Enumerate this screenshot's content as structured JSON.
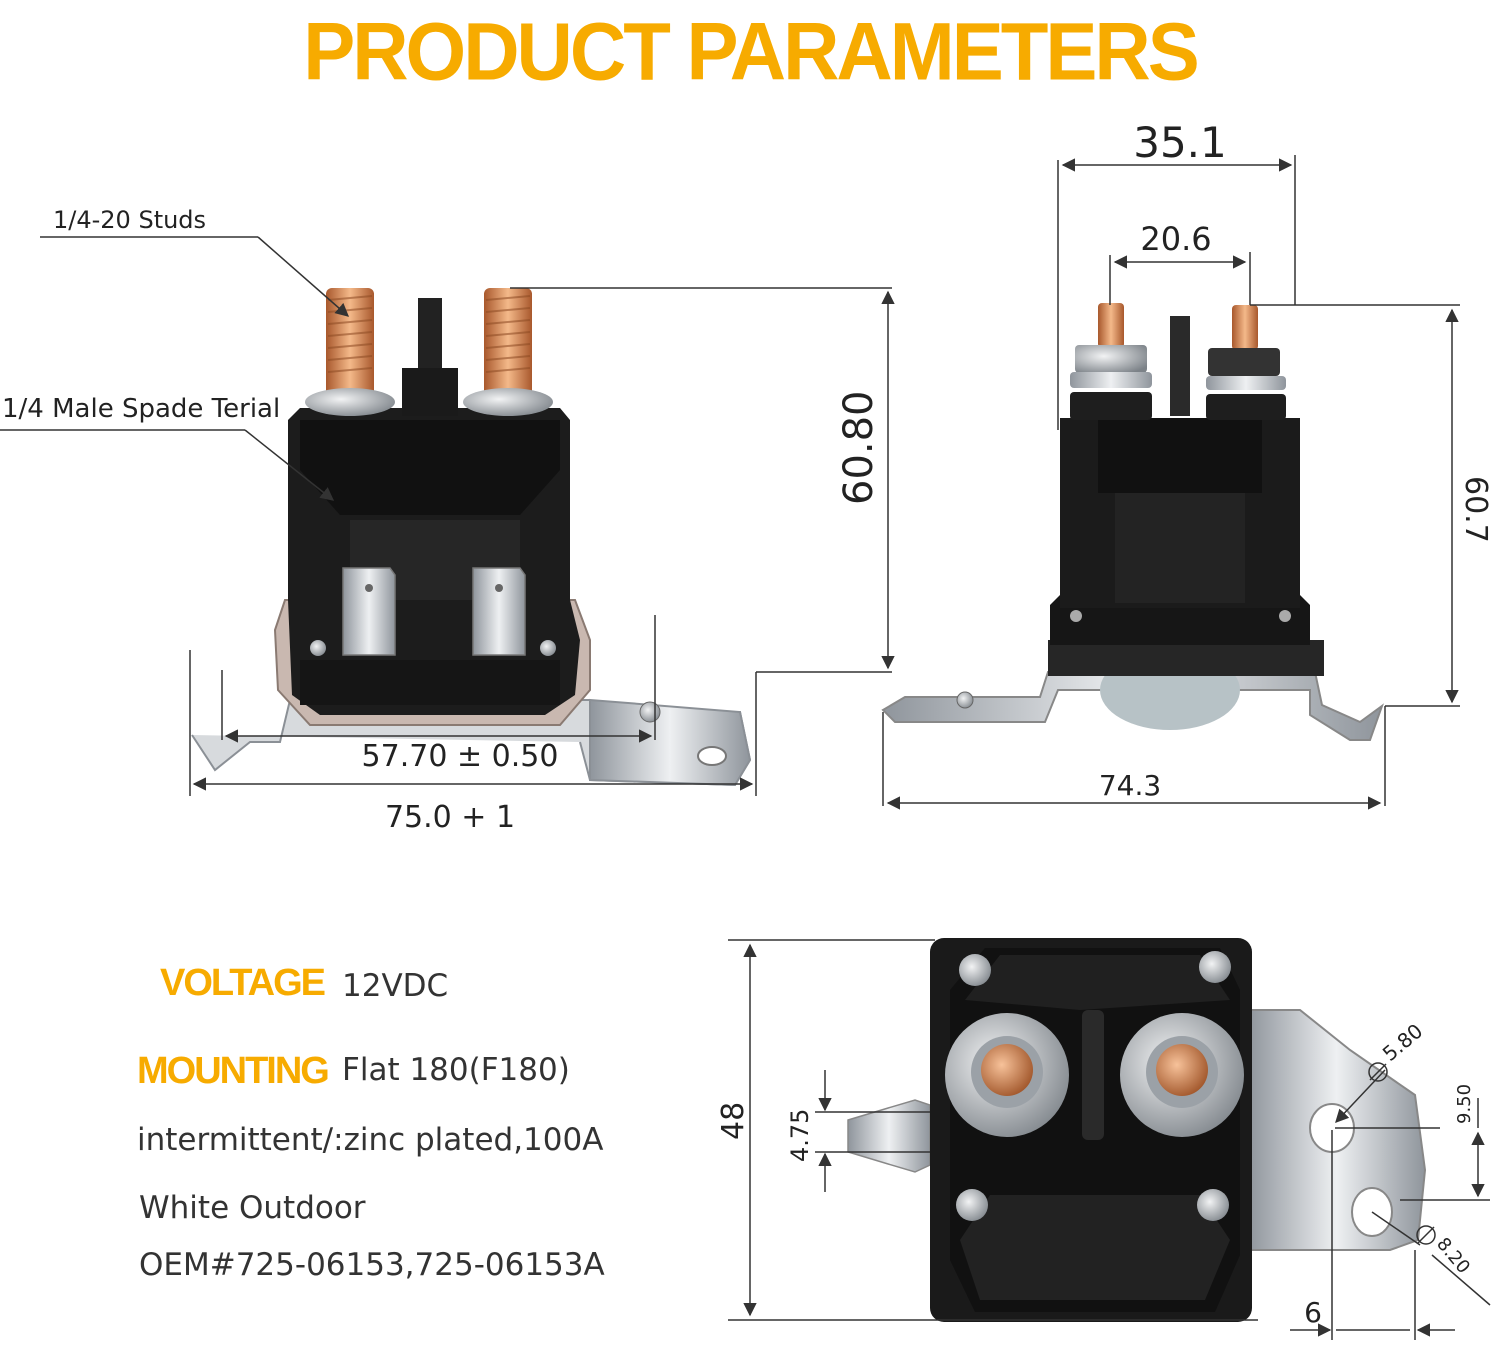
{
  "title": "PRODUCT PARAMETERS",
  "colors": {
    "accent": "#f7ab00",
    "body": "#1b1b1b",
    "copper": "#d98a55",
    "metal": "#c9cdd2",
    "line": "#333333"
  },
  "callouts": {
    "studs": "1/4-20 Studs",
    "spade": "1/4 Male Spade Terial"
  },
  "dimensions": {
    "front_height": "60.80",
    "front_inner_width": "57.70 ± 0.50",
    "front_total_width": "75.0 + 1",
    "side_top_width": "35.1",
    "side_stud_spacing": "20.6",
    "side_height": "60.7",
    "side_total_width": "74.3",
    "top_height": "48",
    "top_spade": "4.75",
    "top_hole1": "5.80",
    "top_hole_offset": "9.50",
    "top_hole2": "8.20",
    "top_edge": "6"
  },
  "specs": {
    "voltage_label": "VOLTAGE",
    "voltage_value": "12VDC",
    "mounting_label": "MOUNTING",
    "mounting_value": "Flat 180(F180)",
    "line1": "intermittent/:zinc plated,100A",
    "line2": "White Outdoor",
    "line3": "OEM#725-06153,725-06153A"
  }
}
